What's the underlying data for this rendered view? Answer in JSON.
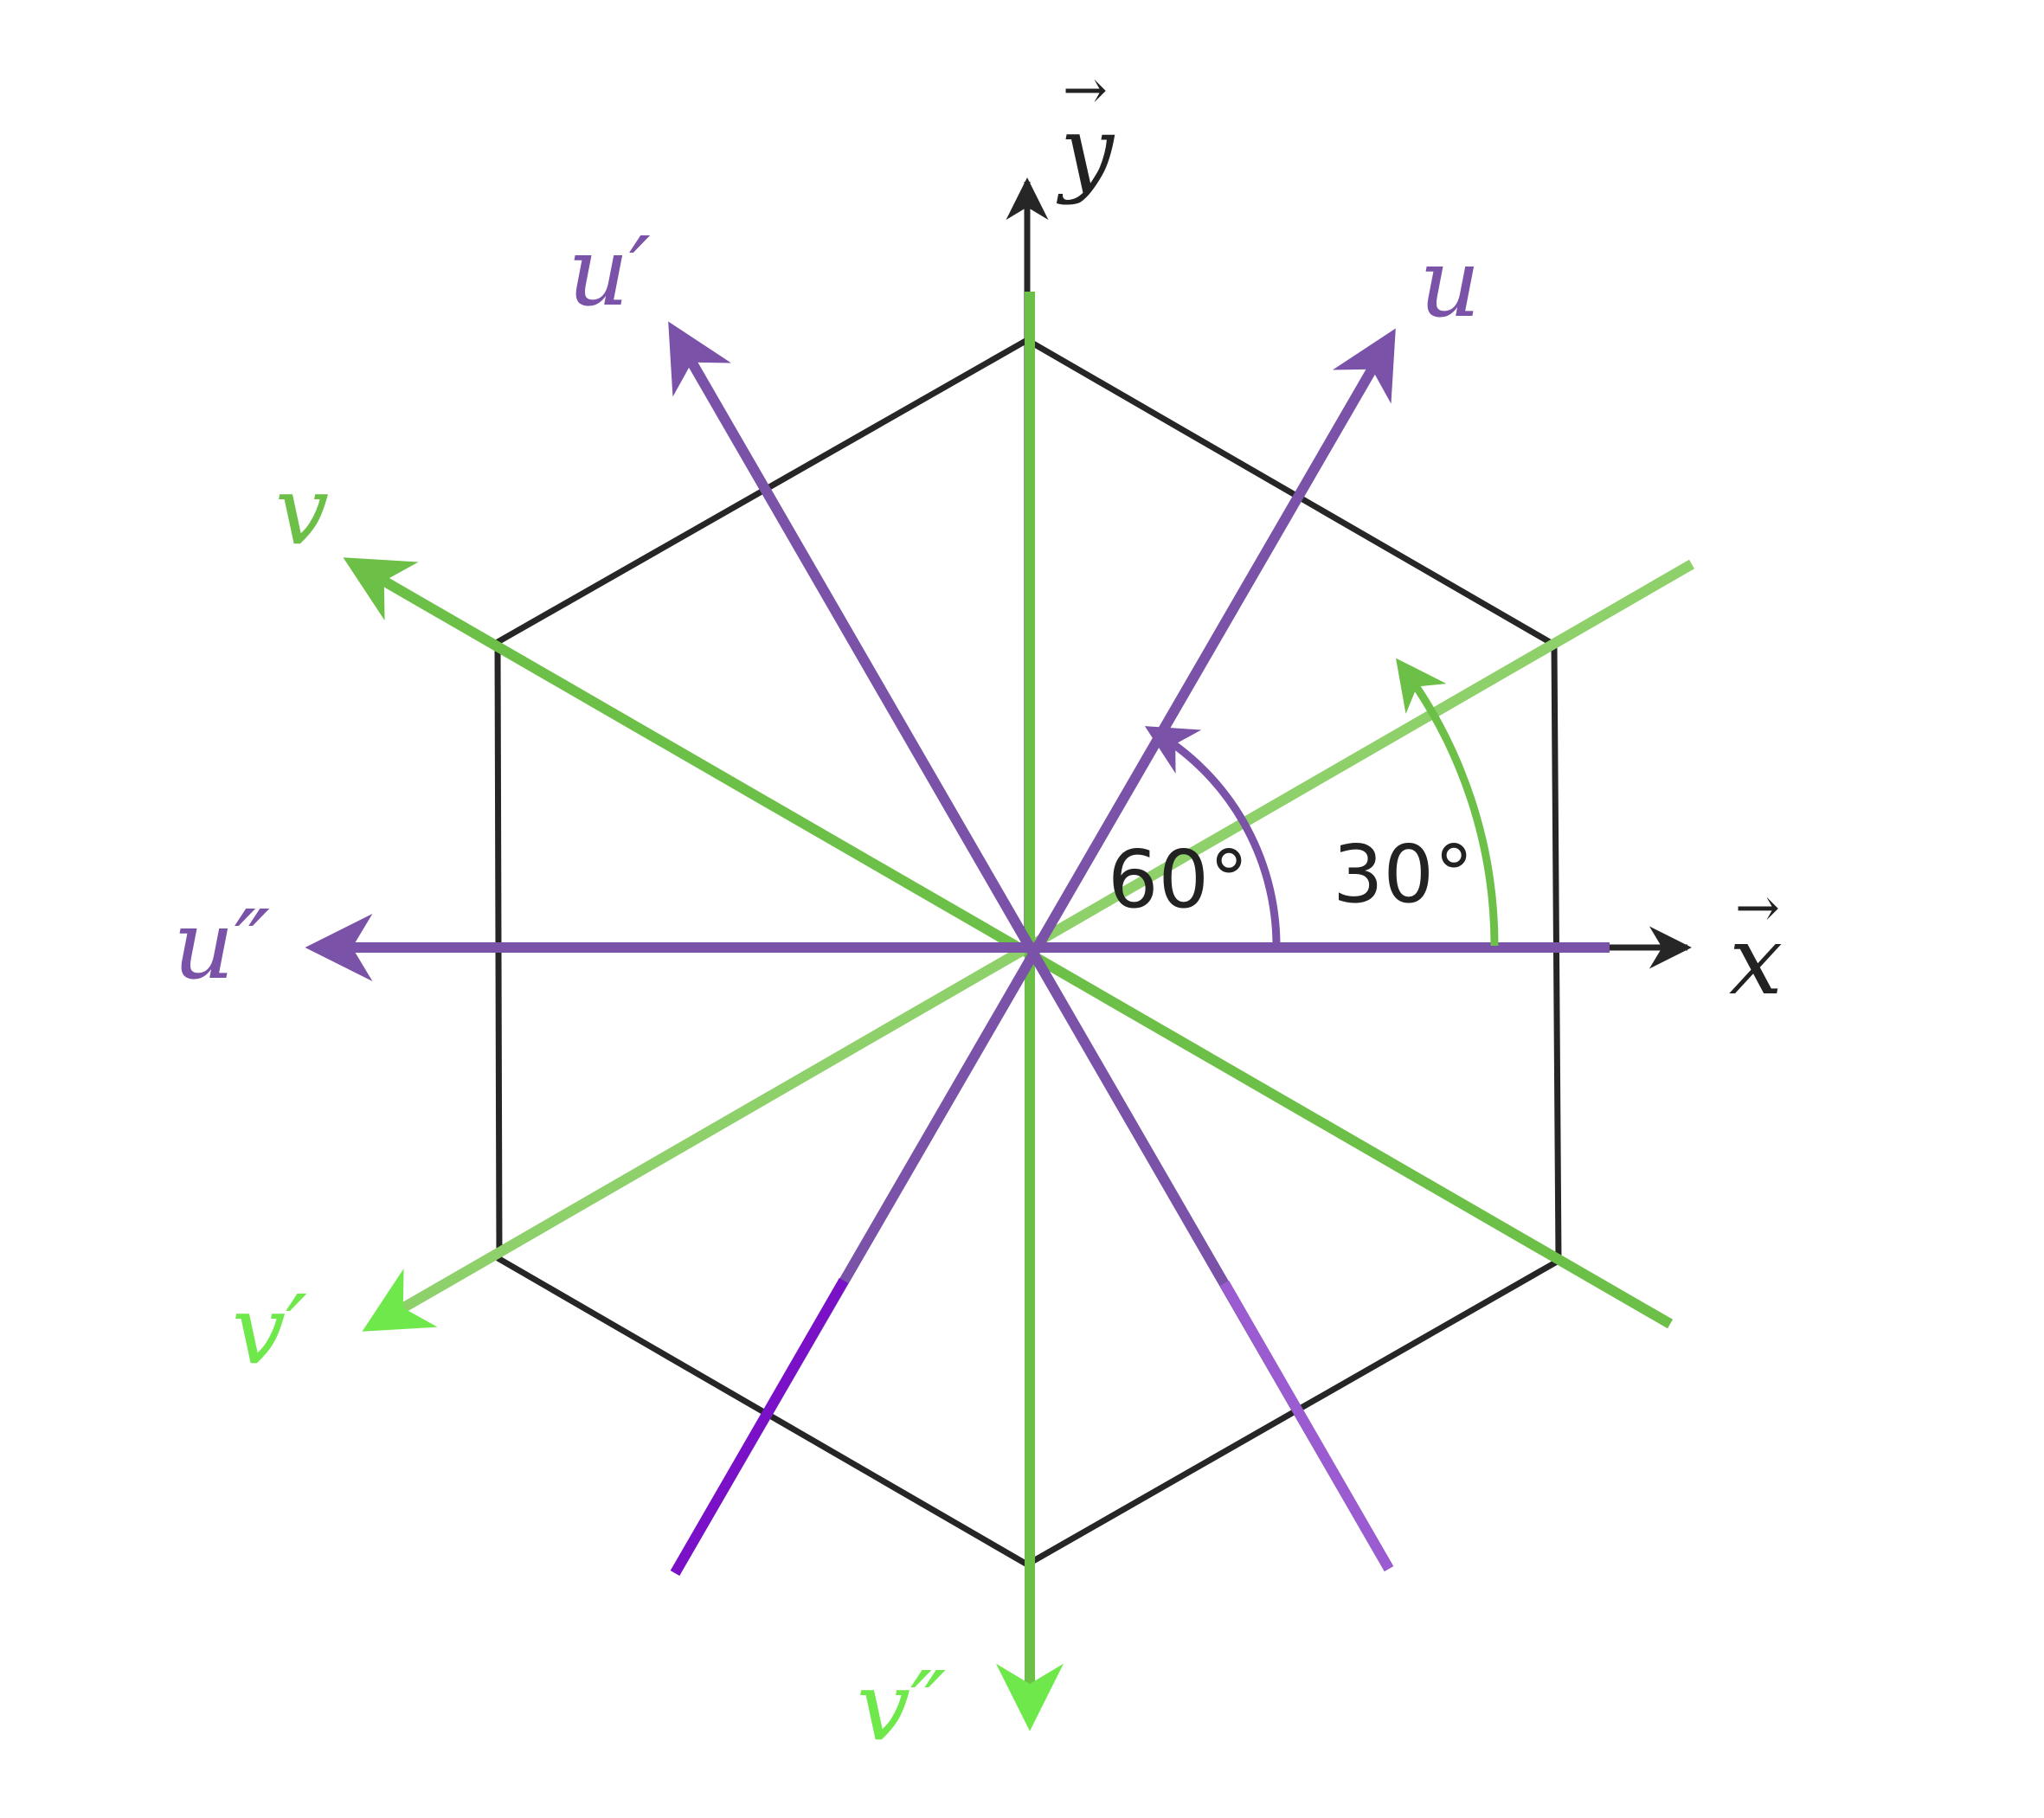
{
  "colors": {
    "hexagon": "#262626",
    "axis": "#262626",
    "purple": "#7a52a8",
    "purple_dark": "#7a10c8",
    "purple_light": "#9a5cd0",
    "green": "#6cbf47",
    "green_light": "#8ed06a",
    "green_bright": "#6ee84a"
  },
  "axes": {
    "x_label": "x",
    "y_label": "y",
    "vector_arrow": "→"
  },
  "directions": [
    {
      "id": "u",
      "label": "u",
      "angle_deg": 60,
      "color": "purple"
    },
    {
      "id": "u1",
      "label": "u′",
      "angle_deg": 120,
      "color": "purple"
    },
    {
      "id": "u2",
      "label": "u″",
      "angle_deg": 180,
      "color": "purple"
    },
    {
      "id": "v",
      "label": "v",
      "angle_deg": 150,
      "color": "green"
    },
    {
      "id": "v1",
      "label": "v′",
      "angle_deg": 210,
      "color": "green"
    },
    {
      "id": "v2",
      "label": "v″",
      "angle_deg": 270,
      "color": "green"
    }
  ],
  "angle_marks": [
    {
      "text": "60°",
      "color": "purple"
    },
    {
      "text": "30°",
      "color": "green"
    }
  ]
}
